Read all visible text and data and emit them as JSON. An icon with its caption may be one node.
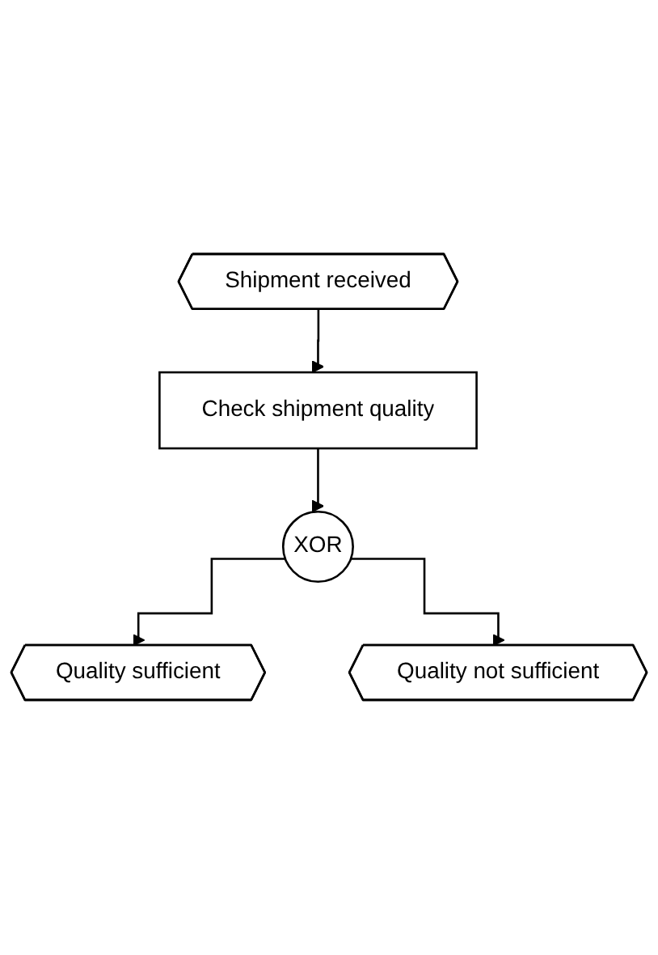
{
  "diagram": {
    "nodes": [
      {
        "text": [
          "Shipment received"
        ]
      },
      {
        "text": [
          "Check shipment quality"
        ]
      },
      {
        "text": [
          "XOR"
        ]
      },
      {
        "text": [
          "Quality sufficient"
        ]
      },
      {
        "text": [
          "Quality not sufficient"
        ]
      }
    ],
    "edges": [
      {
        "from": 0,
        "to": 1,
        "arrow": "to"
      },
      {
        "from": 1,
        "to": 2,
        "arrow": "to"
      },
      {
        "from": 2,
        "to": 3,
        "arrow": "to"
      },
      {
        "from": 2,
        "to": 4,
        "arrow": "to"
      }
    ]
  }
}
